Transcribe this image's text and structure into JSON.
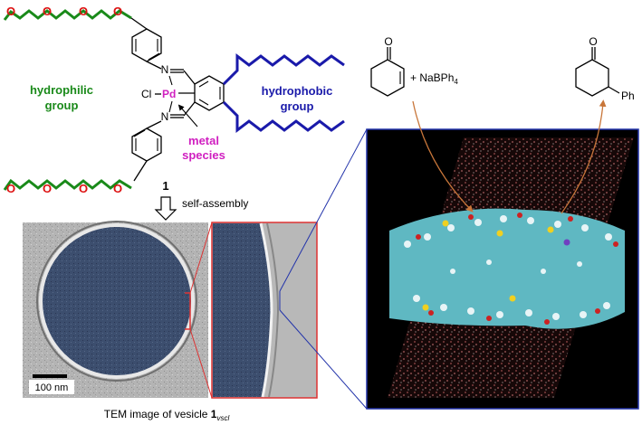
{
  "labels": {
    "hydrophilic_line1": "hydrophilic",
    "hydrophilic_line2": "group",
    "hydrophobic_line1": "hydrophobic",
    "hydrophobic_line2": "group",
    "metal_line1": "metal",
    "metal_line2": "species",
    "chloro": "Cl",
    "palladium": "Pd",
    "imine_n_top": "N",
    "imine_n_bottom": "N",
    "compound_number": "1",
    "self_assembly": "self-assembly",
    "scale_bar": "100 nm",
    "caption_prefix": "TEM image of vesicle ",
    "caption_bold": "1",
    "caption_sub": "vscl"
  },
  "reaction": {
    "plus_reagent": "+ NaBPh",
    "reagent_subscript": "4",
    "product_substituent": "Ph",
    "ketone_o_left": "O",
    "ketone_o_right": "O"
  },
  "ether_oxygen": "O",
  "colors": {
    "hydrophilic_green": "#1a8a1a",
    "hydrophobic_blue": "#1a1aaa",
    "metal_magenta": "#d020c0",
    "oxygen_red": "#dd1111",
    "arrow_orange": "#c8763a",
    "zoom_red": "#dd3333",
    "zoom_blue": "#2233aa"
  }
}
